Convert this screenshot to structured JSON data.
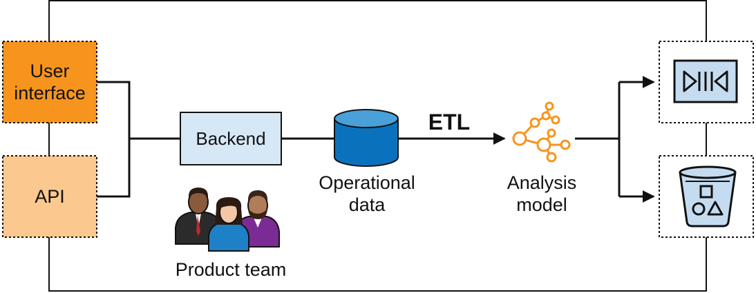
{
  "inputs": {
    "user_interface": {
      "line1": "User",
      "line2": "interface"
    },
    "api": "API"
  },
  "backend": "Backend",
  "product_team": "Product team",
  "operational_data": {
    "line1": "Operational",
    "line2": "data"
  },
  "etl": "ETL",
  "analysis_model": {
    "line1": "Analysis",
    "line2": "model"
  },
  "icons": {
    "team": "people-group-icon",
    "database": "database-cylinder-icon",
    "model": "node-graph-icon",
    "output_top": "media-controls-icon",
    "output_bottom": "shapes-bucket-icon"
  },
  "colors": {
    "user_interface_fill": "#f7941d",
    "api_fill": "#fbc88f",
    "backend_fill": "#d6e7f5",
    "database_fill": "#0a72bd",
    "database_top": "#4aa0d8",
    "model_orange": "#f7941d",
    "output_icon_fill": "#c5dcf0"
  }
}
